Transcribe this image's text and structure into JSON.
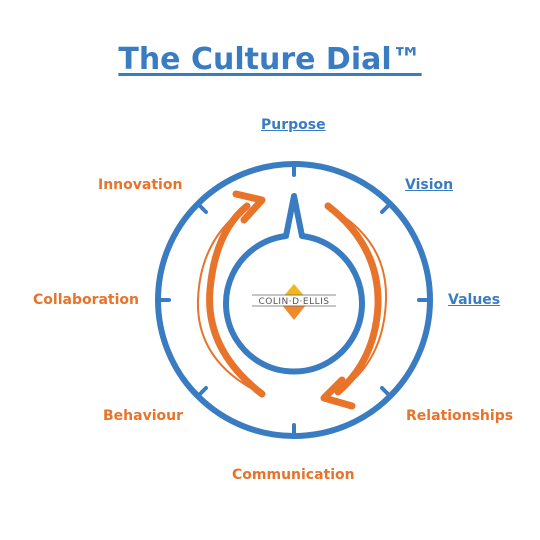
{
  "title": "The Culture Dial™",
  "labels": {
    "purpose": "Purpose",
    "vision": "Vision",
    "values": "Values",
    "relationships": "Relationships",
    "communication": "Communication",
    "behaviour": "Behaviour",
    "collaboration": "Collaboration",
    "innovation": "Innovation"
  },
  "logo": {
    "text": "COLIN·D·ELLIS"
  },
  "colors": {
    "blue": "#3a7cc1",
    "orange": "#e8732a",
    "gold": "#f3b51c",
    "logo_orange": "#ef8a2a"
  }
}
